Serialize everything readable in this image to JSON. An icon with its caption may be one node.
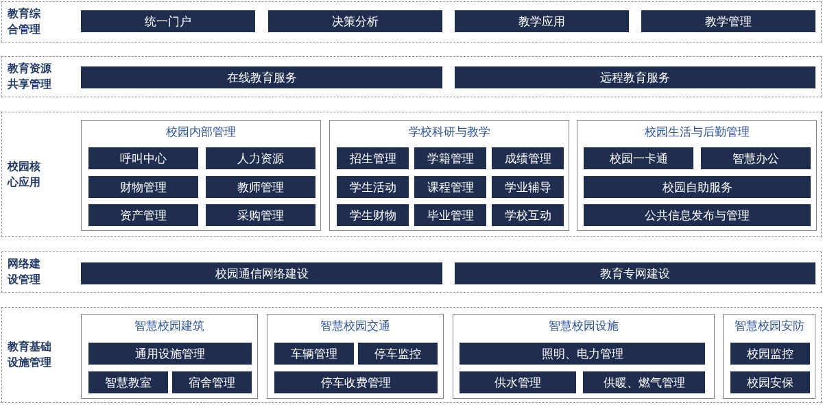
{
  "diagram": {
    "nodes": [
      {
        "text": [
          "教育综合管理"
        ]
      },
      {
        "text": [
          "统一门户"
        ],
        "in": 0
      },
      {
        "text": [
          "决策分析"
        ],
        "in": 0
      },
      {
        "text": [
          "教学应用"
        ],
        "in": 0
      },
      {
        "text": [
          "教学管理"
        ],
        "in": 0
      },
      {
        "text": [
          "教育资源共享管理"
        ]
      },
      {
        "text": [
          "在线教育服务"
        ],
        "in": 5
      },
      {
        "text": [
          "远程教育服务"
        ],
        "in": 5
      },
      {
        "text": [
          "校园核心应用"
        ]
      },
      {
        "text": [
          "校园内部管理"
        ],
        "in": 8
      },
      {
        "text": [
          "呼叫中心"
        ],
        "in": 9
      },
      {
        "text": [
          "人力资源"
        ],
        "in": 9
      },
      {
        "text": [
          "财物管理"
        ],
        "in": 9
      },
      {
        "text": [
          "教师管理"
        ],
        "in": 9
      },
      {
        "text": [
          "资产管理"
        ],
        "in": 9
      },
      {
        "text": [
          "采购管理"
        ],
        "in": 9
      },
      {
        "text": [
          "学校科研与教学"
        ],
        "in": 8
      },
      {
        "text": [
          "招生管理"
        ],
        "in": 16
      },
      {
        "text": [
          "学籍管理"
        ],
        "in": 16
      },
      {
        "text": [
          "成绩管理"
        ],
        "in": 16
      },
      {
        "text": [
          "学生活动"
        ],
        "in": 16
      },
      {
        "text": [
          "课程管理"
        ],
        "in": 16
      },
      {
        "text": [
          "学业辅导"
        ],
        "in": 16
      },
      {
        "text": [
          "学生财物"
        ],
        "in": 16
      },
      {
        "text": [
          "毕业管理"
        ],
        "in": 16
      },
      {
        "text": [
          "学校互动"
        ],
        "in": 16
      },
      {
        "text": [
          "校园生活与后勤管理"
        ],
        "in": 8
      },
      {
        "text": [
          "校园一卡通"
        ],
        "in": 26
      },
      {
        "text": [
          "智慧办公"
        ],
        "in": 26
      },
      {
        "text": [
          "校园自助服务"
        ],
        "in": 26
      },
      {
        "text": [
          "公共信息发布与管理"
        ],
        "in": 26
      },
      {
        "text": [
          "网络建设管理"
        ]
      },
      {
        "text": [
          "校园通信网络建设"
        ],
        "in": 31
      },
      {
        "text": [
          "教育专网建设"
        ],
        "in": 31
      },
      {
        "text": [
          "教育基础设施管理"
        ]
      },
      {
        "text": [
          "智慧校园建筑"
        ],
        "in": 34
      },
      {
        "text": [
          "通用设施管理"
        ],
        "in": 35
      },
      {
        "text": [
          "智慧教室"
        ],
        "in": 35
      },
      {
        "text": [
          "宿舍管理"
        ],
        "in": 35
      },
      {
        "text": [
          "智慧校园交通"
        ],
        "in": 34
      },
      {
        "text": [
          "车辆管理"
        ],
        "in": 39
      },
      {
        "text": [
          "停车监控"
        ],
        "in": 39
      },
      {
        "text": [
          "停车收费管理"
        ],
        "in": 39
      },
      {
        "text": [
          "智慧校园设施"
        ],
        "in": 34
      },
      {
        "text": [
          "照明、电力管理"
        ],
        "in": 43
      },
      {
        "text": [
          "供水管理"
        ],
        "in": 43
      },
      {
        "text": [
          "供暖、燃气管理"
        ],
        "in": 43
      },
      {
        "text": [
          "智慧校园安防"
        ],
        "in": 34
      },
      {
        "text": [
          "校园监控"
        ],
        "in": 47
      },
      {
        "text": [
          "校园安保"
        ],
        "in": 47
      }
    ],
    "edges": []
  }
}
